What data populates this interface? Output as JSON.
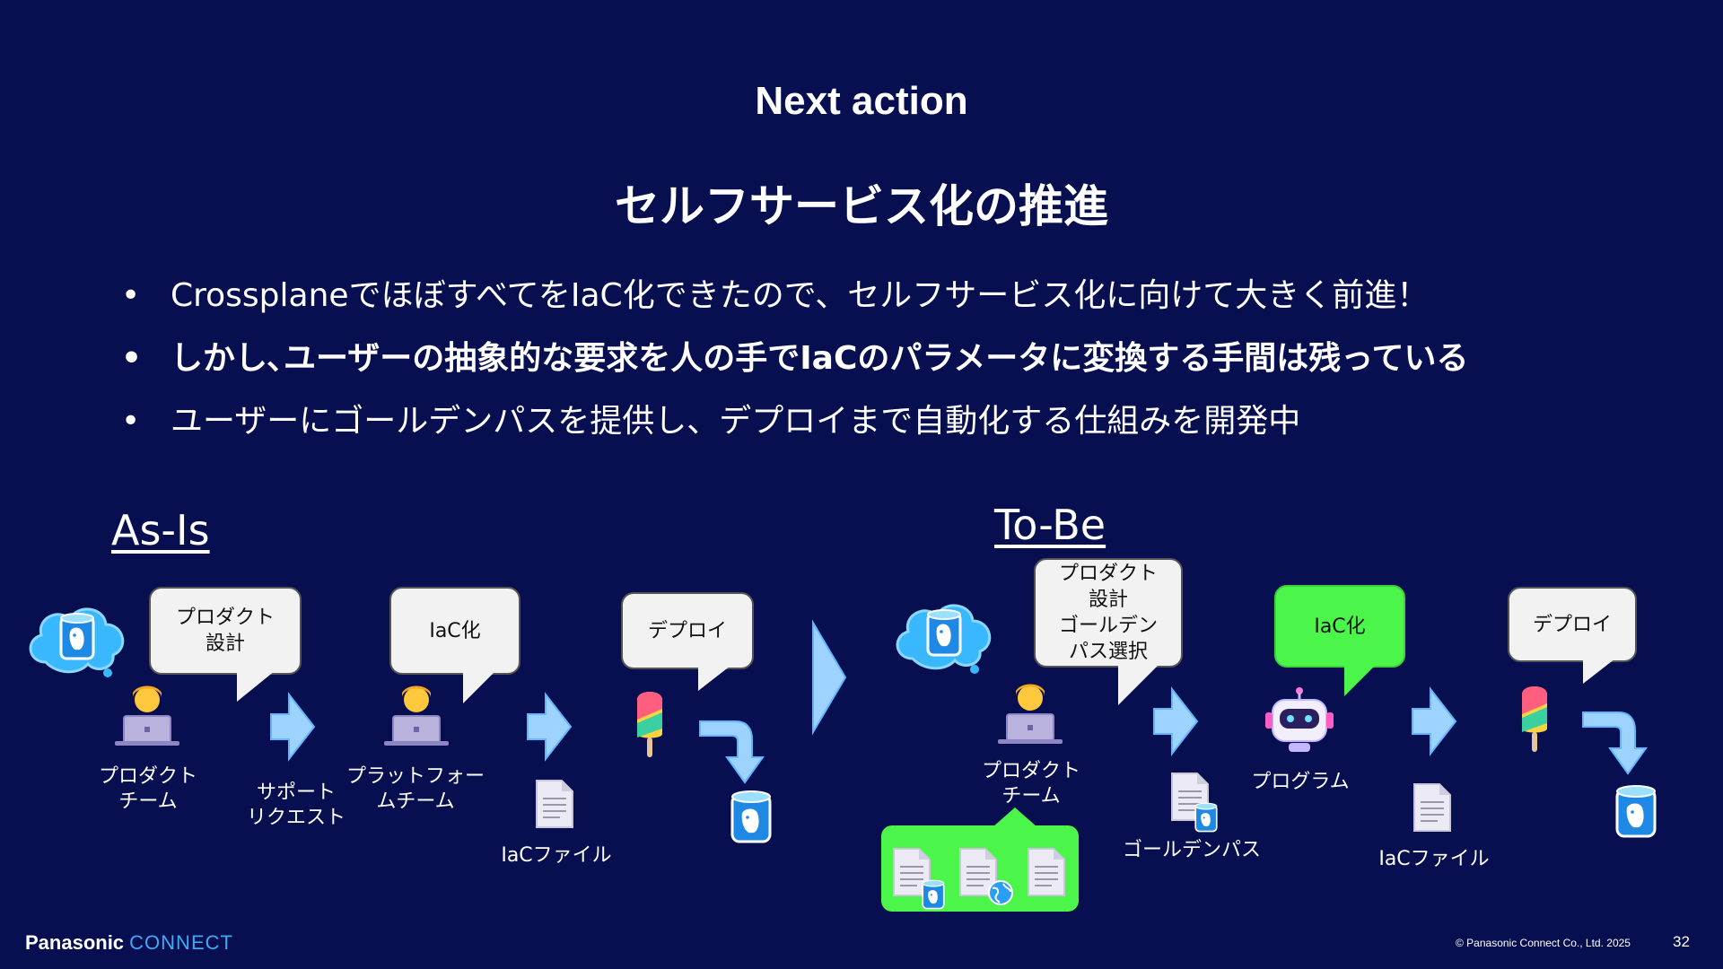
{
  "header": "Next action",
  "title": "セルフサービス化の推進",
  "bullets": [
    "CrossplaneでほぼすべてをIaC化できたので、セルフサービス化に向けて大きく前進！",
    "しかし､ユーザーの抽象的な要求を人の手でIaCのパラメータに変換する手間は残っている",
    "ユーザーにゴールデンパスを提供し、デプロイまで自動化する仕組みを開発中"
  ],
  "asis": {
    "label": "As-Is",
    "bubble1": "プロダクト\n設計",
    "bubble2": "IaC化",
    "bubble3": "デプロイ",
    "product_team": "プロダクト\nチーム",
    "support_request": "サポート\nリクエスト",
    "platform_team": "プラットフォー\nムチーム",
    "iac_file": "IaCファイル"
  },
  "tobe": {
    "label": "To-Be",
    "bubble1": "プロダクト\n設計\nゴールデン\nパス選択",
    "bubble2": "IaC化",
    "bubble3": "デプロイ",
    "product_team": "プロダクト\nチーム",
    "golden_path": "ゴールデンパス",
    "program": "プログラム",
    "iac_file": "IaCファイル"
  },
  "footer": {
    "brand_a": "Panasonic",
    "brand_b": "CONNECT",
    "copyright": "© Panasonic Connect Co., Ltd. 2025",
    "page": "32"
  },
  "colors": {
    "background": "#070f50",
    "arrow": "#9fd3ff",
    "highlight": "#4cf54a",
    "brand_connect": "#3fa9f5"
  }
}
